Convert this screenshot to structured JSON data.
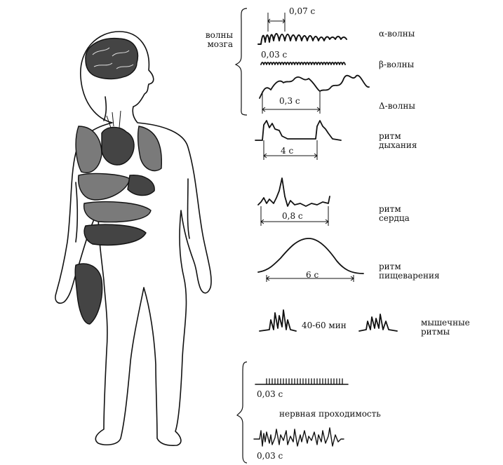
{
  "labels": {
    "brain_waves": [
      "волны",
      "мозга"
    ],
    "alpha": "α-волны",
    "beta": "β-волны",
    "delta": "Δ-волны",
    "breathing": [
      "ритм",
      "дыхания"
    ],
    "heart": [
      "ритм",
      "сердца"
    ],
    "digestion": [
      "ритм",
      "пищеварения"
    ],
    "muscle": [
      "мышечные",
      "ритмы"
    ],
    "nerve": "нервная проходимость"
  },
  "intervals": {
    "alpha": "0,07 с",
    "beta": "0,03 с",
    "delta": "0,3 с",
    "breathing": "4 с",
    "heart": "0,8 с",
    "digestion": "6 с",
    "muscle": "40-60 мин",
    "nerve_top": "0,03 с",
    "nerve_bottom": "0,03 с"
  }
}
